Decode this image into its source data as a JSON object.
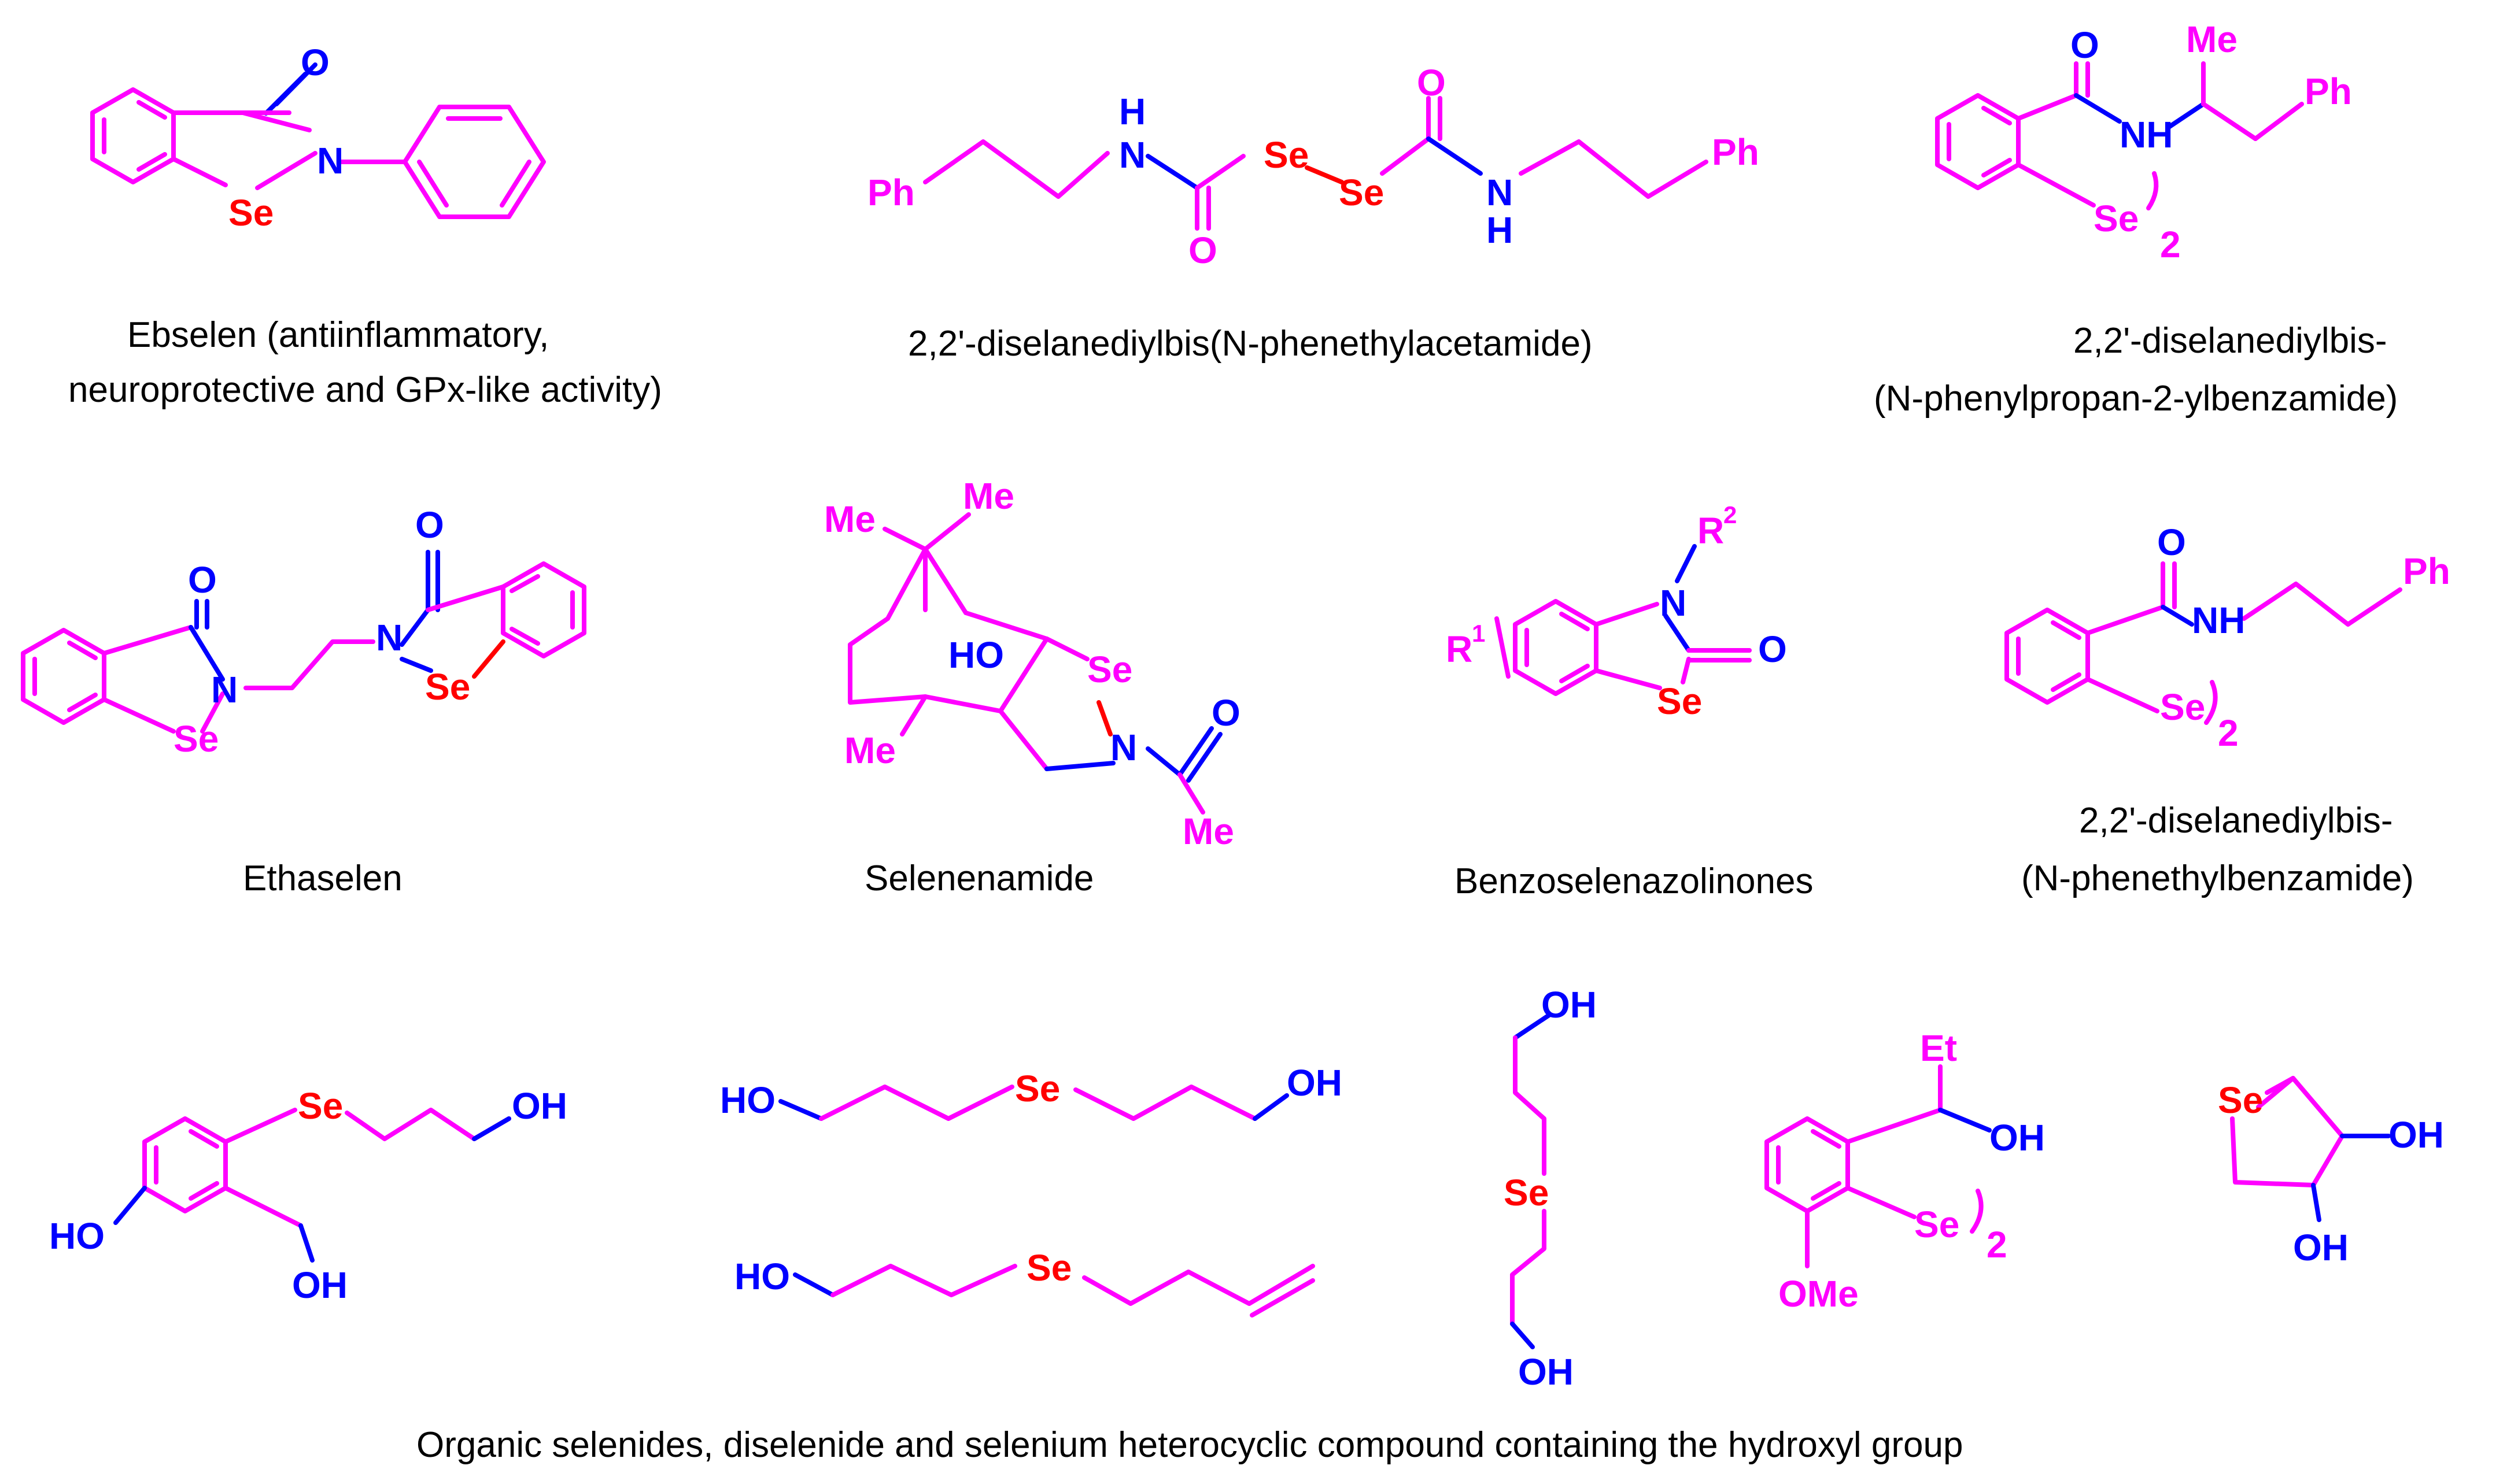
{
  "colors": {
    "carbon": "#ff00ff",
    "heteroatom_N_O": "#0000ff",
    "selenium": "#ff0000",
    "caption": "#000000"
  },
  "atoms": {
    "O": "O",
    "N": "N",
    "Se": "Se",
    "H": "H",
    "NH": "NH",
    "Ph": "Ph",
    "Me": "Me",
    "Et": "Et",
    "OH": "OH",
    "HO": "HO",
    "OMe": "OMe",
    "R1": "R",
    "R1_sup": "1",
    "R2": "R",
    "R2_sup": "2",
    "sub2": "2"
  },
  "captions": {
    "ebselen_1": "Ebselen (antiinflammatory,",
    "ebselen_2": "neuroprotective and GPx-like activity)",
    "diselane_acetamide": "2,2'-diselanediylbis(N-phenethylacetamide)",
    "diselane_propan_1": "2,2'-diselanediylbis-",
    "diselane_propan_2": "(N-phenylpropan-2-ylbenzamide)",
    "ethaselen": "Ethaselen",
    "selenenamide": "Selenenamide",
    "benzoselenazolinones": "Benzoselenazolinones",
    "diselane_phenethyl_1": "2,2'-diselanediylbis-",
    "diselane_phenethyl_2": "(N-phenethylbenzamide)",
    "hydroxyl_group": "Organic selenides, diselenide and selenium heterocyclic compound containing the hydroxyl group"
  }
}
